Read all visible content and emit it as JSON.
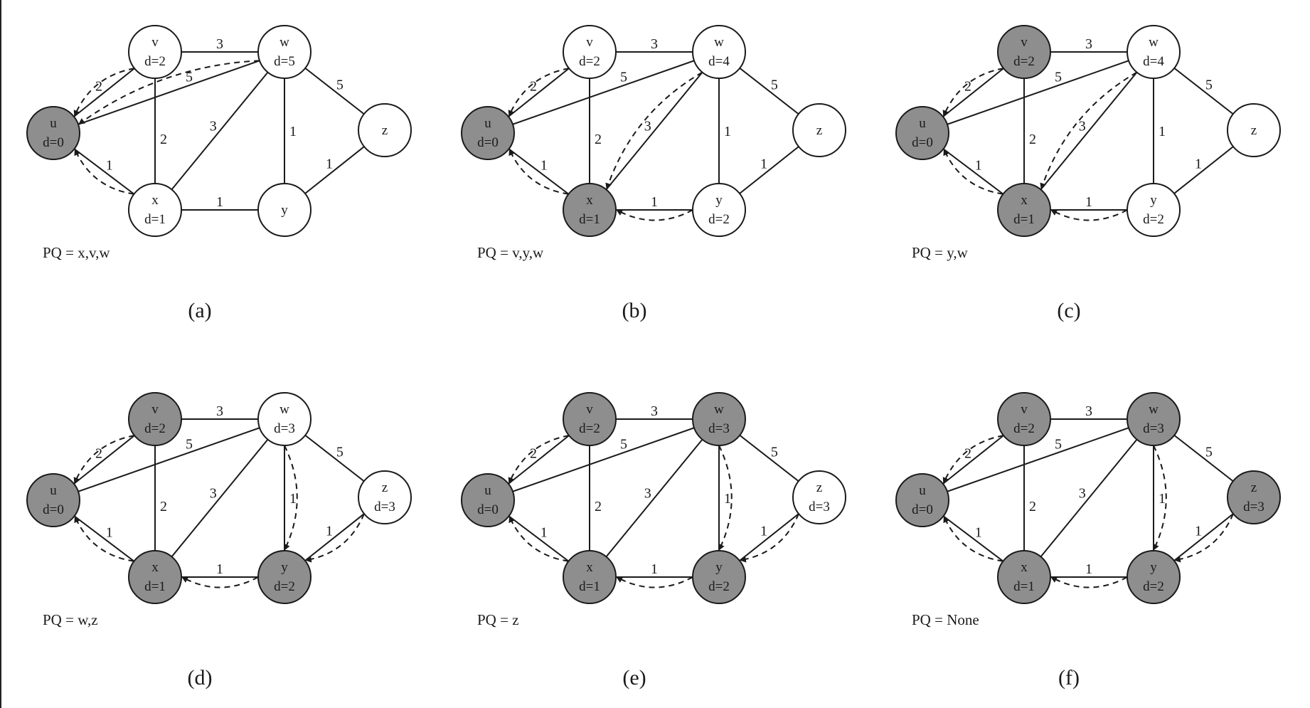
{
  "colors": {
    "visited_fill": "#8e8e8e",
    "unvisited_fill": "#ffffff",
    "stroke": "#1a1a1a",
    "text": "#1a1a1a"
  },
  "edges": [
    {
      "id": "u-v",
      "from": "u",
      "to": "v",
      "weight": "2"
    },
    {
      "id": "u-w",
      "from": "u",
      "to": "w",
      "weight": "5"
    },
    {
      "id": "u-x",
      "from": "u",
      "to": "x",
      "weight": "1"
    },
    {
      "id": "v-w",
      "from": "v",
      "to": "w",
      "weight": "3"
    },
    {
      "id": "v-x",
      "from": "v",
      "to": "x",
      "weight": "2"
    },
    {
      "id": "w-x",
      "from": "w",
      "to": "x",
      "weight": "3"
    },
    {
      "id": "w-y",
      "from": "w",
      "to": "y",
      "weight": "1"
    },
    {
      "id": "w-z",
      "from": "w",
      "to": "z",
      "weight": "5"
    },
    {
      "id": "x-y",
      "from": "x",
      "to": "y",
      "weight": "1"
    },
    {
      "id": "y-z",
      "from": "y",
      "to": "z",
      "weight": "1"
    }
  ],
  "panels": [
    {
      "caption": "(a)",
      "pq": "PQ = x,v,w",
      "nodes": [
        {
          "id": "u",
          "name": "u",
          "d": "d=0",
          "visited": true
        },
        {
          "id": "v",
          "name": "v",
          "d": "d=2",
          "visited": false
        },
        {
          "id": "w",
          "name": "w",
          "d": "d=5",
          "visited": false
        },
        {
          "id": "x",
          "name": "x",
          "d": "d=1",
          "visited": false
        },
        {
          "id": "y",
          "name": "y",
          "d": "",
          "visited": false
        },
        {
          "id": "z",
          "name": "z",
          "d": "",
          "visited": false
        }
      ],
      "pred": [
        {
          "from": "v",
          "to": "u"
        },
        {
          "from": "w",
          "to": "u"
        },
        {
          "from": "x",
          "to": "u"
        }
      ]
    },
    {
      "caption": "(b)",
      "pq": "PQ = v,y,w",
      "nodes": [
        {
          "id": "u",
          "name": "u",
          "d": "d=0",
          "visited": true
        },
        {
          "id": "v",
          "name": "v",
          "d": "d=2",
          "visited": false
        },
        {
          "id": "w",
          "name": "w",
          "d": "d=4",
          "visited": false
        },
        {
          "id": "x",
          "name": "x",
          "d": "d=1",
          "visited": true
        },
        {
          "id": "y",
          "name": "y",
          "d": "d=2",
          "visited": false
        },
        {
          "id": "z",
          "name": "z",
          "d": "",
          "visited": false
        }
      ],
      "pred": [
        {
          "from": "v",
          "to": "u"
        },
        {
          "from": "x",
          "to": "u"
        },
        {
          "from": "w",
          "to": "x"
        },
        {
          "from": "y",
          "to": "x"
        }
      ]
    },
    {
      "caption": "(c)",
      "pq": "PQ = y,w",
      "nodes": [
        {
          "id": "u",
          "name": "u",
          "d": "d=0",
          "visited": true
        },
        {
          "id": "v",
          "name": "v",
          "d": "d=2",
          "visited": true
        },
        {
          "id": "w",
          "name": "w",
          "d": "d=4",
          "visited": false
        },
        {
          "id": "x",
          "name": "x",
          "d": "d=1",
          "visited": true
        },
        {
          "id": "y",
          "name": "y",
          "d": "d=2",
          "visited": false
        },
        {
          "id": "z",
          "name": "z",
          "d": "",
          "visited": false
        }
      ],
      "pred": [
        {
          "from": "v",
          "to": "u"
        },
        {
          "from": "x",
          "to": "u"
        },
        {
          "from": "w",
          "to": "x"
        },
        {
          "from": "y",
          "to": "x"
        }
      ]
    },
    {
      "caption": "(d)",
      "pq": "PQ = w,z",
      "nodes": [
        {
          "id": "u",
          "name": "u",
          "d": "d=0",
          "visited": true
        },
        {
          "id": "v",
          "name": "v",
          "d": "d=2",
          "visited": true
        },
        {
          "id": "w",
          "name": "w",
          "d": "d=3",
          "visited": false
        },
        {
          "id": "x",
          "name": "x",
          "d": "d=1",
          "visited": true
        },
        {
          "id": "y",
          "name": "y",
          "d": "d=2",
          "visited": true
        },
        {
          "id": "z",
          "name": "z",
          "d": "d=3",
          "visited": false
        }
      ],
      "pred": [
        {
          "from": "v",
          "to": "u"
        },
        {
          "from": "x",
          "to": "u"
        },
        {
          "from": "y",
          "to": "x"
        },
        {
          "from": "w",
          "to": "y"
        },
        {
          "from": "z",
          "to": "y"
        }
      ]
    },
    {
      "caption": "(e)",
      "pq": "PQ = z",
      "nodes": [
        {
          "id": "u",
          "name": "u",
          "d": "d=0",
          "visited": true
        },
        {
          "id": "v",
          "name": "v",
          "d": "d=2",
          "visited": true
        },
        {
          "id": "w",
          "name": "w",
          "d": "d=3",
          "visited": true
        },
        {
          "id": "x",
          "name": "x",
          "d": "d=1",
          "visited": true
        },
        {
          "id": "y",
          "name": "y",
          "d": "d=2",
          "visited": true
        },
        {
          "id": "z",
          "name": "z",
          "d": "d=3",
          "visited": false
        }
      ],
      "pred": [
        {
          "from": "v",
          "to": "u"
        },
        {
          "from": "x",
          "to": "u"
        },
        {
          "from": "y",
          "to": "x"
        },
        {
          "from": "w",
          "to": "y"
        },
        {
          "from": "z",
          "to": "y"
        }
      ]
    },
    {
      "caption": "(f)",
      "pq": "PQ = None",
      "nodes": [
        {
          "id": "u",
          "name": "u",
          "d": "d=0",
          "visited": true
        },
        {
          "id": "v",
          "name": "v",
          "d": "d=2",
          "visited": true
        },
        {
          "id": "w",
          "name": "w",
          "d": "d=3",
          "visited": true
        },
        {
          "id": "x",
          "name": "x",
          "d": "d=1",
          "visited": true
        },
        {
          "id": "y",
          "name": "y",
          "d": "d=2",
          "visited": true
        },
        {
          "id": "z",
          "name": "z",
          "d": "d=3",
          "visited": true
        }
      ],
      "pred": [
        {
          "from": "v",
          "to": "u"
        },
        {
          "from": "x",
          "to": "u"
        },
        {
          "from": "y",
          "to": "x"
        },
        {
          "from": "w",
          "to": "y"
        },
        {
          "from": "z",
          "to": "y"
        }
      ]
    }
  ]
}
